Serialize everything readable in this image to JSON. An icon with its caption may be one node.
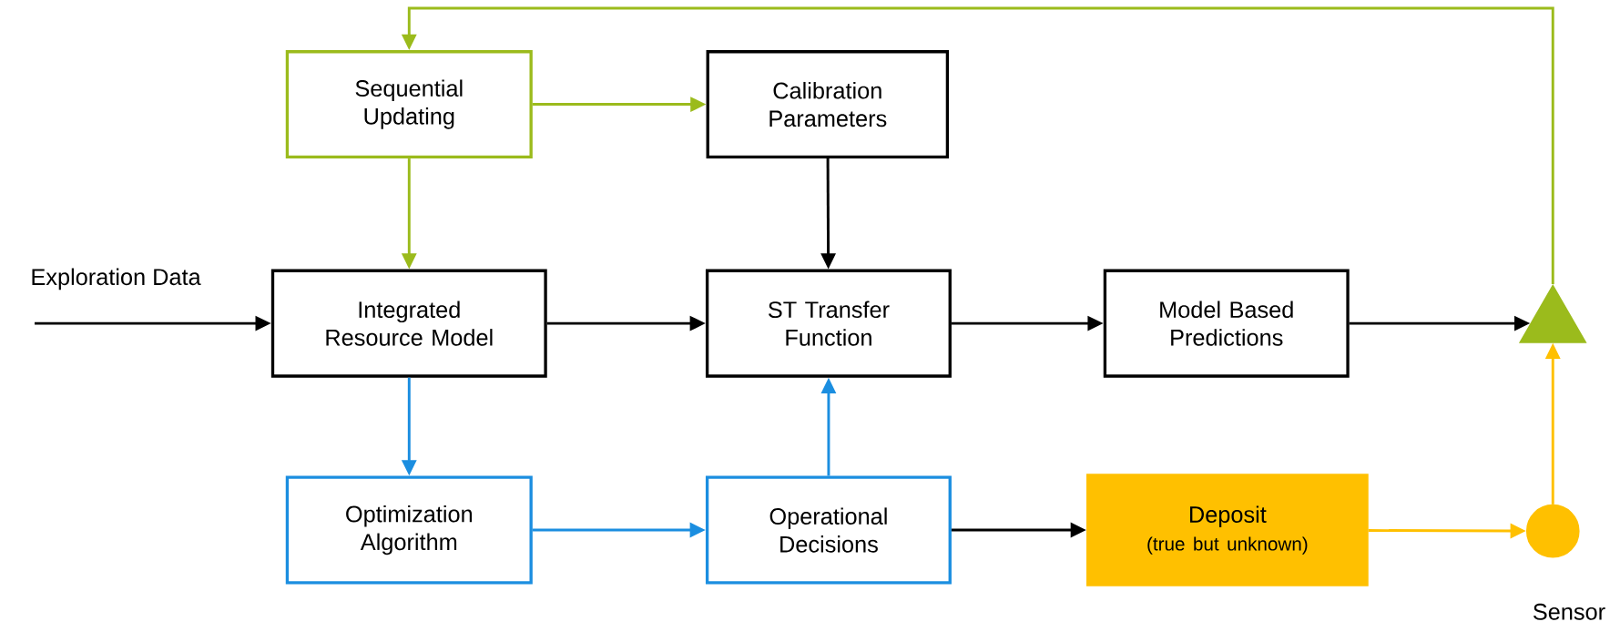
{
  "diagram": {
    "nodes": [
      {
        "text": [
          "Sequential Updating"
        ]
      },
      {
        "text": [
          "Calibration Parameters"
        ]
      },
      {
        "text": [
          "Integrated Resource Model"
        ]
      },
      {
        "text": [
          "ST Transfer Function"
        ]
      },
      {
        "text": [
          "Model Based Predictions"
        ]
      },
      {
        "text": [],
        "shape": "triangle"
      },
      {
        "text": [
          "Optimization Algorithm"
        ]
      },
      {
        "text": [
          "Operational Decisions"
        ]
      },
      {
        "text": [
          "Deposit",
          "(true but unknown)"
        ]
      },
      {
        "text": [],
        "shape": "circle",
        "beside": [
          "Sensor"
        ]
      }
    ],
    "edges": [
      {
        "from": 0,
        "to": 1,
        "arrow": "to",
        "color": "#9bbb1c"
      },
      {
        "from": 0,
        "to": 2,
        "arrow": "to",
        "color": "#9bbb1c"
      },
      {
        "from": 1,
        "to": 3,
        "arrow": "to"
      },
      {
        "from": null,
        "to": 2,
        "arrow": "to",
        "label": "Exploration Data"
      },
      {
        "from": 2,
        "to": 3,
        "arrow": "to"
      },
      {
        "from": 3,
        "to": 4,
        "arrow": "to"
      },
      {
        "from": 4,
        "to": 5,
        "arrow": "to"
      },
      {
        "from": 2,
        "to": 6,
        "arrow": "to",
        "color": "#1b8ee0"
      },
      {
        "from": 6,
        "to": 7,
        "arrow": "to",
        "color": "#1b8ee0"
      },
      {
        "from": 7,
        "to": 3,
        "arrow": "to",
        "color": "#1b8ee0"
      },
      {
        "from": 7,
        "to": 8,
        "arrow": "to"
      },
      {
        "from": 8,
        "to": 9,
        "arrow": "to",
        "color": "#ffc000"
      },
      {
        "from": 9,
        "to": 5,
        "arrow": "to",
        "color": "#ffc000"
      },
      {
        "from": 5,
        "to": 0,
        "arrow": "to",
        "color": "#9bbb1c"
      }
    ]
  }
}
